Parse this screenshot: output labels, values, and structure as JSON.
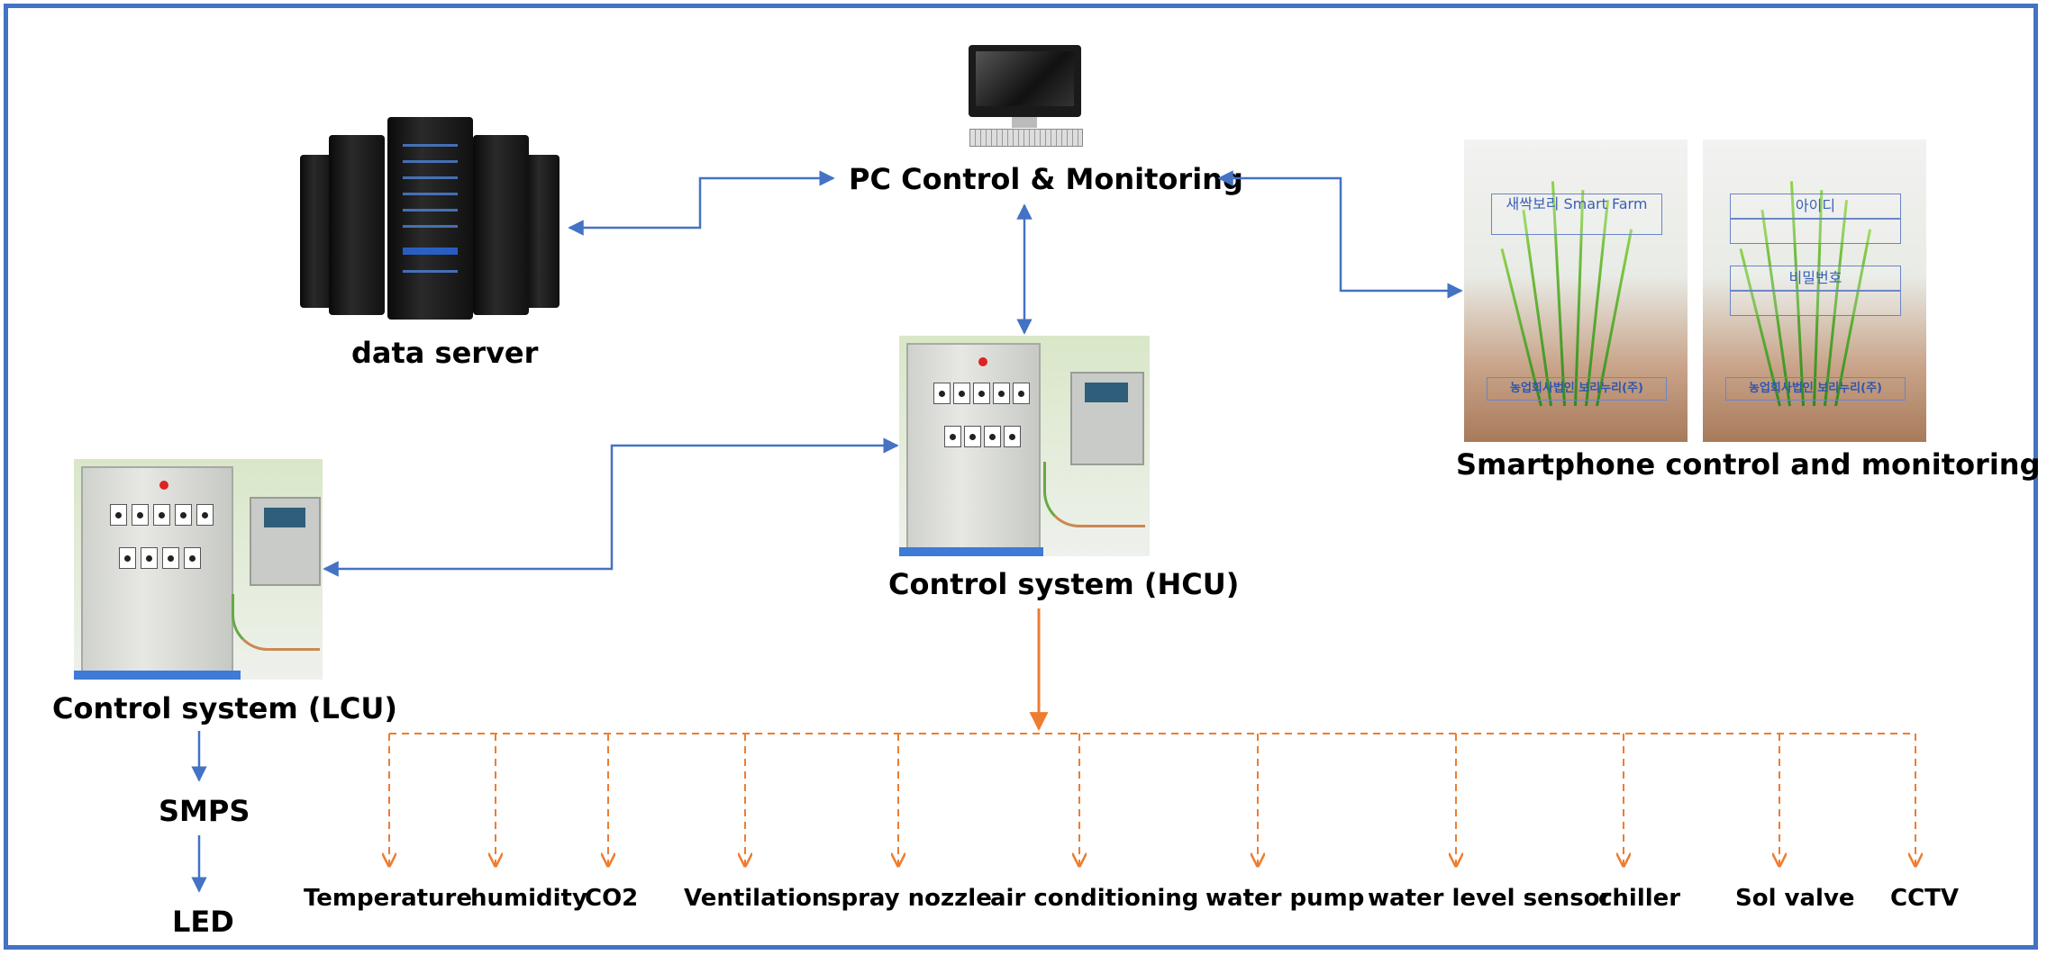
{
  "nodes": {
    "pc": "PC Control & Monitoring",
    "data_server": "data server",
    "smartphone": "Smartphone control and monitoring",
    "hcu": "Control system (HCU)",
    "lcu": "Control system (LCU)",
    "smps": "SMPS",
    "led": "LED"
  },
  "devices": [
    "Temperature",
    "humidity",
    "CO2",
    "Ventilation",
    "spray nozzle",
    "air conditioning",
    "water pump",
    "water level sensor",
    "chiller",
    "Sol valve",
    "CCTV"
  ],
  "phone_screens": {
    "app1_title": "새싹보리 Smart Farm",
    "app2_field1": "아이디",
    "app2_field2": "비밀번호",
    "footer": "농업회사법인 보리누리(주)"
  },
  "colors": {
    "frame": "#4472c4",
    "blue_arrow": "#4472c4",
    "orange_arrow": "#ed7d31"
  }
}
